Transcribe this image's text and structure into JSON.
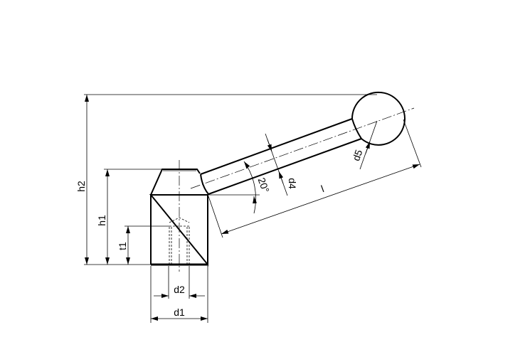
{
  "drawing": {
    "labels": {
      "h2": "h2",
      "h1": "h1",
      "t1": "t1",
      "d2": "d2",
      "d1": "d1",
      "d4": "d4",
      "d5": "d5",
      "l": "l",
      "angle": "20°"
    }
  }
}
